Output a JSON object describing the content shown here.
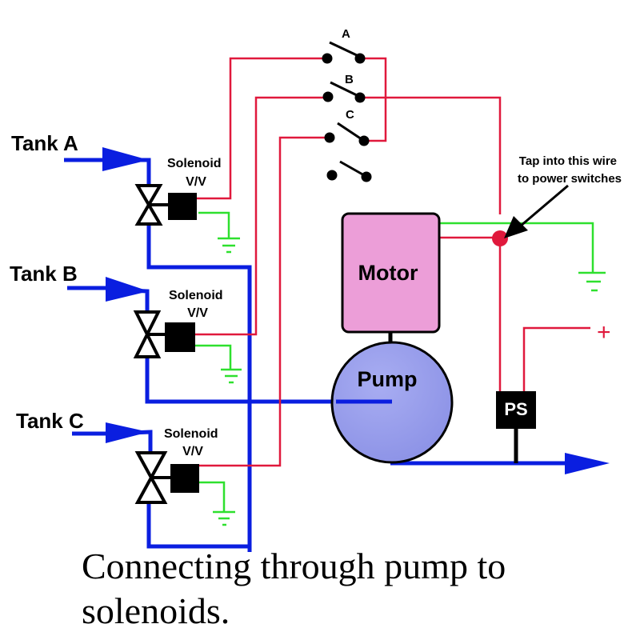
{
  "labels": {
    "tank_a": "Tank A",
    "tank_b": "Tank B",
    "tank_c": "Tank C",
    "solenoid_a": [
      "Solenoid",
      "V/V"
    ],
    "solenoid_b": [
      "Solenoid",
      "V/V"
    ],
    "solenoid_c": [
      "Solenoid",
      "V/V"
    ],
    "switch_a": "A",
    "switch_b": "B",
    "switch_c": "C",
    "motor": "Motor",
    "pump": "Pump",
    "pressure_switch": "PS",
    "plus": "+",
    "annotation": [
      "Tap into this wire",
      "to power switches"
    ]
  },
  "caption": "Connecting through pump to solenoids.",
  "colors": {
    "water": "#0a1ee0",
    "power": "#e0193c",
    "ground": "#2ee02e",
    "motor_fill": "#ec9ed8",
    "pump_fill": "#9aa0ec",
    "component": "#000000"
  }
}
